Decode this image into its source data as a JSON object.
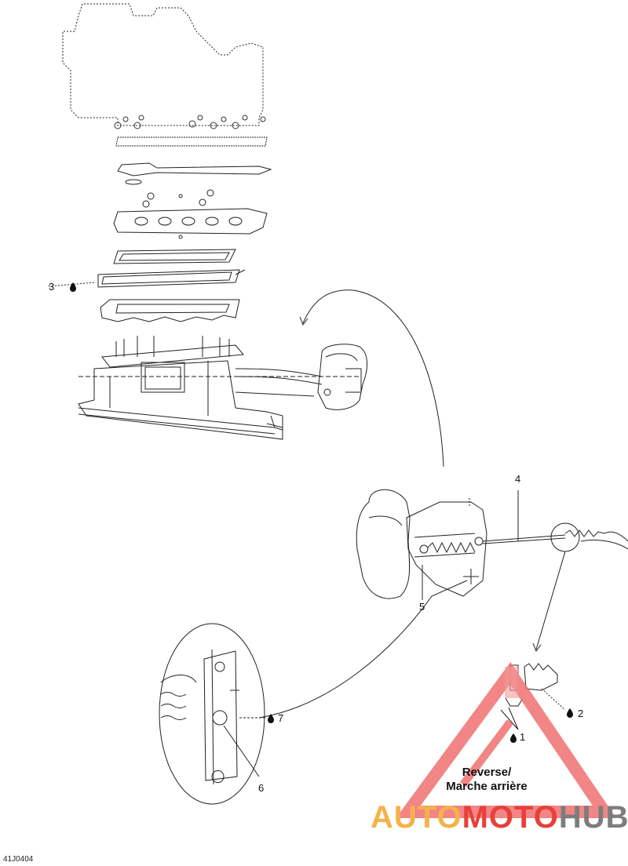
{
  "callouts": {
    "c1": "1",
    "c2": "2",
    "c3": "3",
    "c4": "4",
    "c5": "5",
    "c6": "6",
    "c7": "7"
  },
  "caption": {
    "line1": "Reverse/",
    "line2": "Marche arrière"
  },
  "watermark": {
    "part1": "AUTO",
    "part2": "MOTO",
    "part3": "HUB",
    "color_orange": "#f5b24a",
    "color_red": "#e8403a",
    "color_gray": "#7d7d7d"
  },
  "figure_id": "41J0404",
  "colors": {
    "line": "#222222",
    "triangle": "#f07070"
  }
}
